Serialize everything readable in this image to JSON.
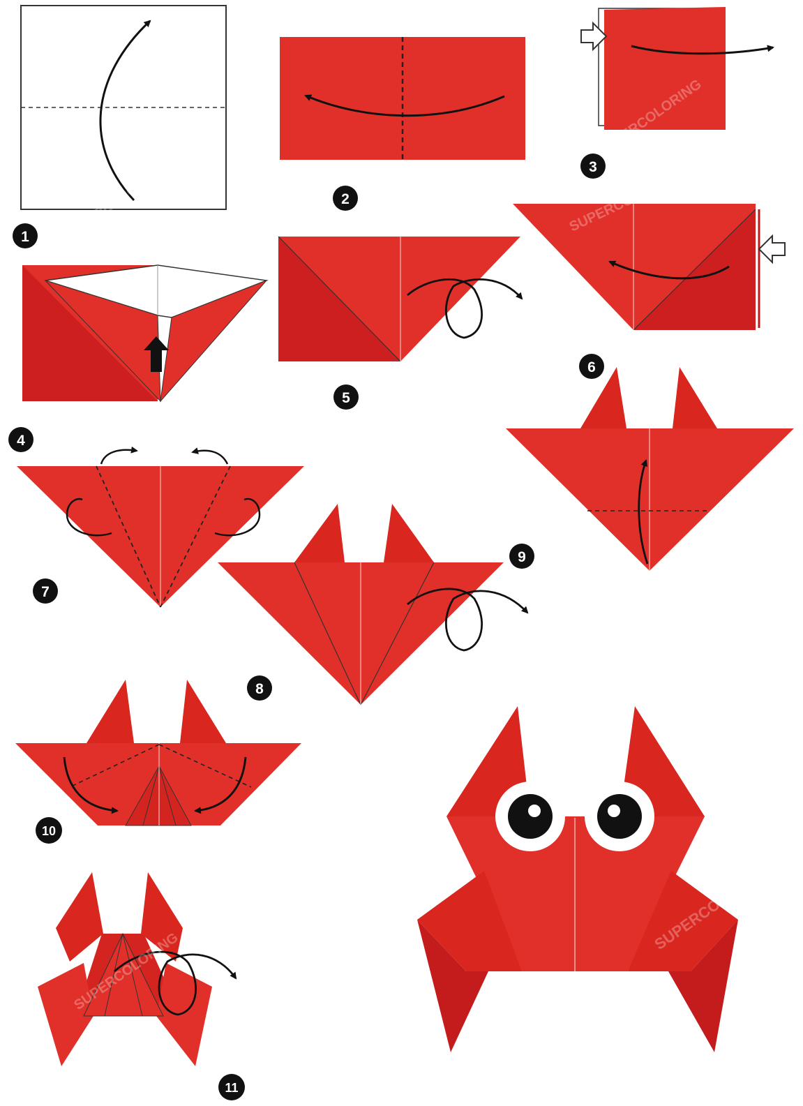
{
  "diagram": {
    "subject": "origami crab folding instructions",
    "step_numbers": [
      "1",
      "2",
      "3",
      "4",
      "5",
      "6",
      "7",
      "8",
      "9",
      "10",
      "11"
    ],
    "watermark": "SUPERCOLORING",
    "colors": {
      "paper_front": "#e1302a",
      "paper_dark": "#cd1f1f",
      "paper_back": "#ffffff",
      "outline": "#333333",
      "arrow": "#111111",
      "badge": "#111111",
      "badge_text": "#ffffff",
      "eye_white": "#ffffff",
      "pupil": "#111111"
    },
    "icons": [
      "curved-fold-arrow-icon",
      "push-arrow-icon",
      "turn-over-arrow-icon",
      "up-arrow-icon"
    ]
  }
}
